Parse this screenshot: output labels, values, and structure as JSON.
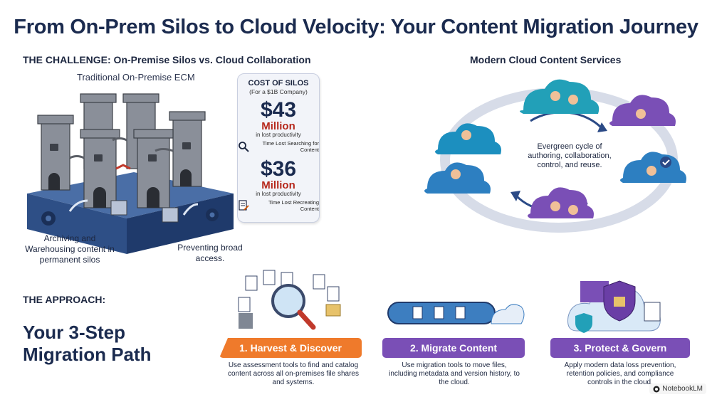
{
  "title": "From On-Prem Silos to Cloud Velocity: Your Content Migration Journey",
  "challenge": {
    "label": "THE CHALLENGE: On-Premise Silos vs. Cloud Collaboration",
    "ecm_label": "Traditional On-Premise ECM",
    "caption_left": "Archiving and Warehousing content in permanent silos",
    "caption_right": "Preventing broad access.",
    "cost": {
      "title": "COST OF SILOS",
      "subtitle": "(For a $1B Company)",
      "items": [
        {
          "amount": "$43",
          "unit": "Million",
          "note": "in lost productivity",
          "detail": "Time Lost Searching for Content",
          "icon": "magnifier-icon"
        },
        {
          "amount": "$36",
          "unit": "Million",
          "note": "in lost productivity",
          "detail": "Time Lost Recreating Content",
          "icon": "document-pencil-icon"
        }
      ]
    }
  },
  "modern": {
    "label": "Modern Cloud Content Services",
    "cycle_text": "Evergreen cycle of authoring, collaboration, control, and reuse."
  },
  "approach": {
    "label": "THE APPROACH:",
    "heading": "Your 3-Step Migration Path",
    "steps": [
      {
        "label": "1. Harvest & Discover",
        "desc": "Use assessment tools to find and catalog content across all on-premises file shares and systems.",
        "color": "#ef7a2b"
      },
      {
        "label": "2. Migrate Content",
        "desc": "Use migration tools to move files, including metadata and version history, to the cloud.",
        "color": "#7a4fb6"
      },
      {
        "label": "3. Protect & Govern",
        "desc": "Apply modern data loss prevention, retention policies, and compliance controls in the cloud.",
        "color": "#7a4fb6"
      }
    ]
  },
  "footer": {
    "brand": "NotebookLM"
  }
}
